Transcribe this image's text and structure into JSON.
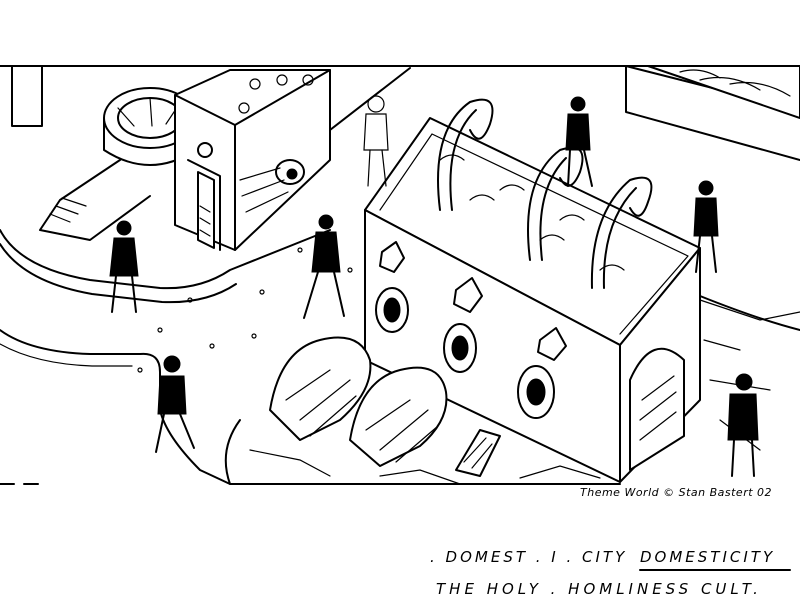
{
  "signature": "Theme World © Stan Bastert 02",
  "caption": {
    "line1_part1": ". DOMEST . I . CITY",
    "line1_part2": "DOMESTICITY",
    "line2": "THE  HOLY . HOMLINESS  CULT."
  },
  "colors": {
    "ink": "#000000",
    "paper": "#ffffff"
  }
}
